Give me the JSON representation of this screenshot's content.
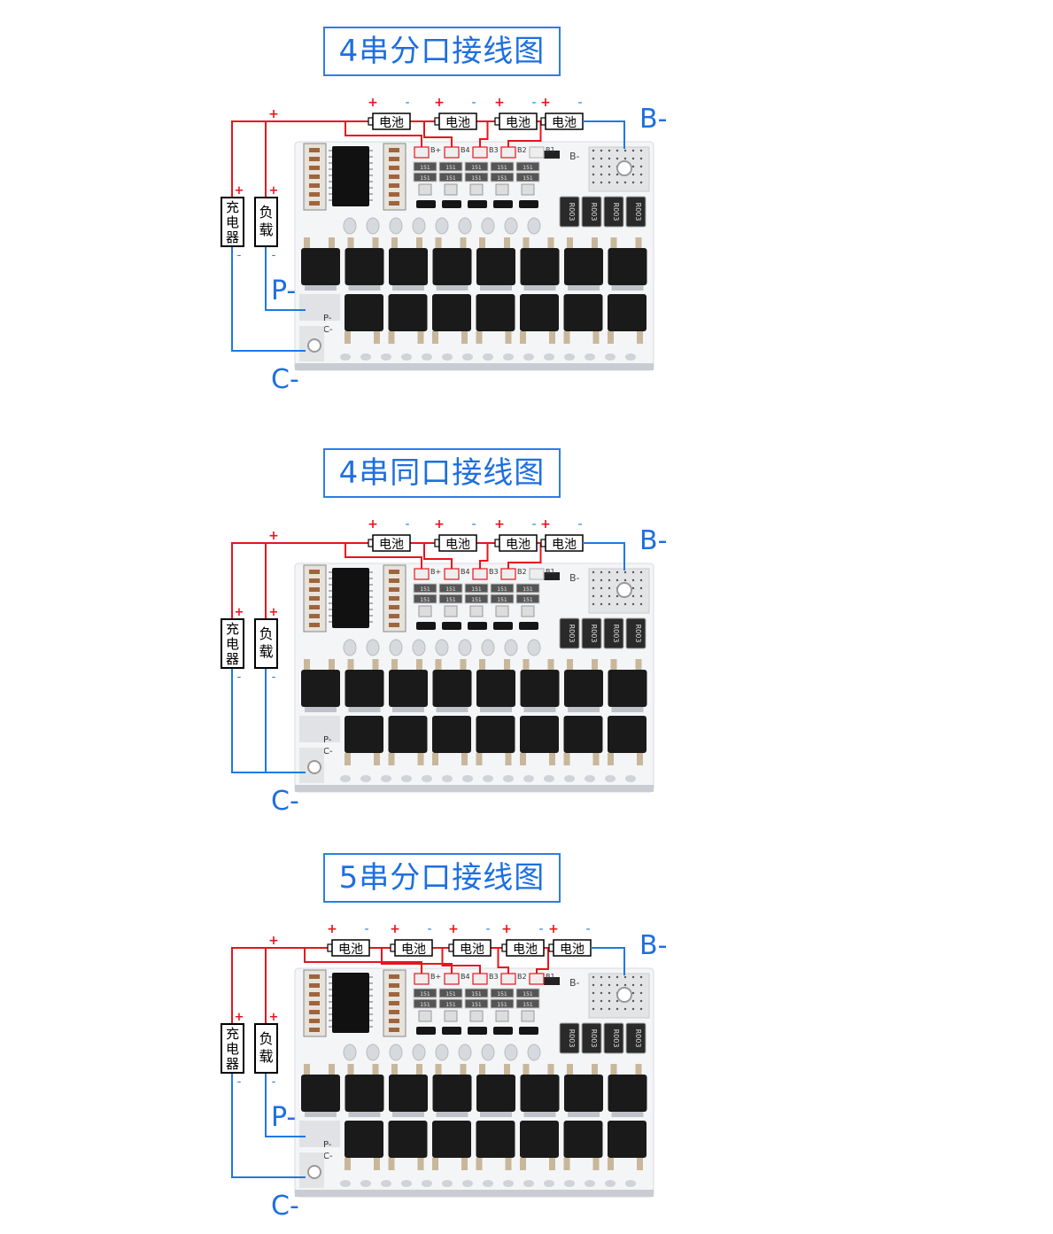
{
  "colors": {
    "accent_blue": "#1d6fe0",
    "wire_red": "#e8141c",
    "wire_blue": "#1e78e6"
  },
  "diagrams": [
    {
      "title": "4串分口接线图",
      "cells": 4,
      "split_port": true
    },
    {
      "title": "4串同口接线图",
      "cells": 4,
      "split_port": false
    },
    {
      "title": "5串分口接线图",
      "cells": 5,
      "split_port": true
    }
  ],
  "labels": {
    "battery": "电池",
    "charger": "充电器",
    "load": "负载",
    "b_minus": "B-",
    "p_minus": "P-",
    "c_minus": "C-",
    "plus": "+",
    "minus": "-"
  },
  "board_silk": {
    "taps": [
      "B+",
      "B4",
      "B3",
      "B2",
      "B1"
    ],
    "b_minus": "B-",
    "p_minus": "P-",
    "c_minus": "C-",
    "shunt": "R003",
    "smd": "151"
  }
}
